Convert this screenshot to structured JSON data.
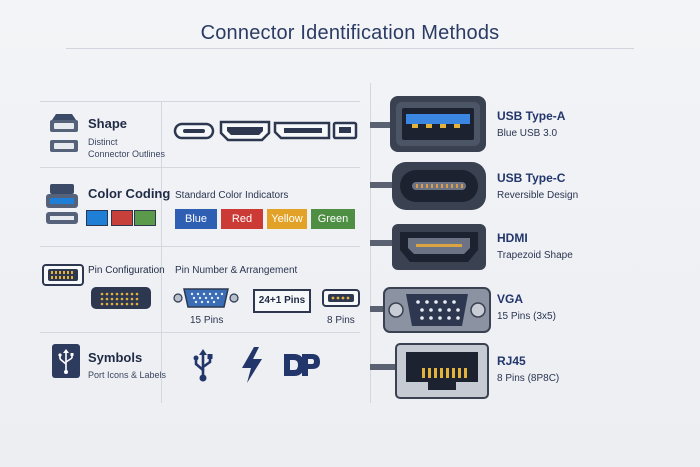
{
  "page": {
    "title": "Connector Identification Methods"
  },
  "methods": [
    {
      "title": "Shape",
      "subtitle_lines": [
        "Distinct",
        "Connector Outlines"
      ]
    },
    {
      "title": "Color Coding",
      "subtitle_lines": []
    },
    {
      "title": "Pin Configuration",
      "subtitle_lines": []
    },
    {
      "title": "Symbols",
      "subtitle": "Port Icons & Labels"
    }
  ],
  "color_coding": {
    "heading": "Standard Color Indicators",
    "chips": [
      {
        "label": "Blue",
        "color": "#2f5fb3"
      },
      {
        "label": "Red",
        "color": "#cc3a35"
      },
      {
        "label": "Yellow",
        "color": "#e2a227"
      },
      {
        "label": "Green",
        "color": "#4e8f43"
      }
    ],
    "swatches": [
      "#1f7fd6",
      "#c8403a",
      "#5a9a4a"
    ]
  },
  "pin_configuration": {
    "heading": "Pin Number & Arrangement",
    "examples": [
      {
        "caption": "15 Pins"
      },
      {
        "caption": "24+1 Pins"
      },
      {
        "caption": "8 Pins"
      }
    ]
  },
  "symbols": {
    "icons": [
      "usb-symbol-icon",
      "thunderbolt-icon",
      "displayport-icon"
    ]
  },
  "connectors": [
    {
      "title": "USB Type-A",
      "subtitle": "Blue USB 3.0"
    },
    {
      "title": "USB Type-C",
      "subtitle": "Reversible Design"
    },
    {
      "title": "HDMI",
      "subtitle": "Trapezoid Shape"
    },
    {
      "title": "VGA",
      "subtitle": "15 Pins (3x5)"
    },
    {
      "title": "RJ45",
      "subtitle": "8 Pins (8P8C)"
    }
  ]
}
